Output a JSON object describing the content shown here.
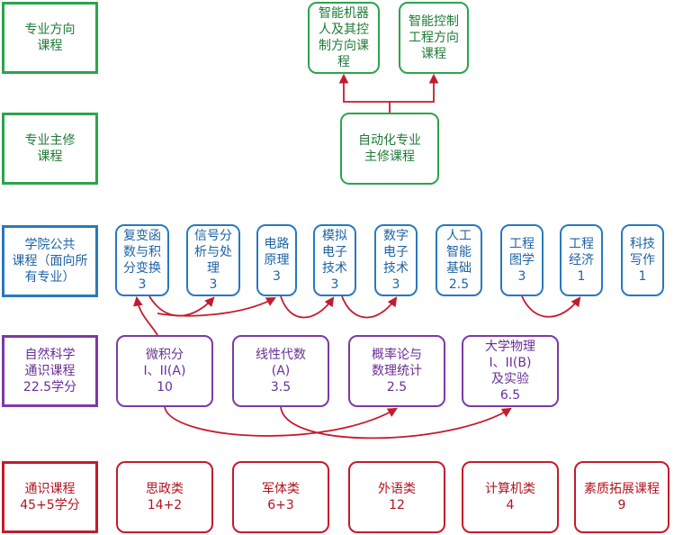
{
  "colors": {
    "green": "#2ca44c",
    "blue": "#2979bd",
    "purple": "#7b3aa8",
    "red": "#c41b2c",
    "arrow": "#c41b2c"
  },
  "rows": {
    "direction": {
      "label": [
        "专业方向",
        "课程"
      ],
      "courses": [
        {
          "name": [
            "智能机器",
            "人及其控",
            "制方向课",
            "程"
          ]
        },
        {
          "name": [
            "智能控制",
            "工程方向",
            "课程"
          ]
        }
      ]
    },
    "major": {
      "label": [
        "专业主修",
        "课程"
      ],
      "courses": [
        {
          "name": [
            "自动化专业",
            "主修课程"
          ]
        }
      ]
    },
    "college": {
      "label": [
        "学院公共",
        "课程（面向所",
        "有专业）"
      ],
      "courses": [
        {
          "name": [
            "复变函",
            "数与积",
            "分变换"
          ],
          "credit": "3"
        },
        {
          "name": [
            "信号分",
            "析与处",
            "理"
          ],
          "credit": "3"
        },
        {
          "name": [
            "电路",
            "原理"
          ],
          "credit": "3"
        },
        {
          "name": [
            "模拟",
            "电子",
            "技术"
          ],
          "credit": "3"
        },
        {
          "name": [
            "数字",
            "电子",
            "技术"
          ],
          "credit": "3"
        },
        {
          "name": [
            "人工",
            "智能",
            "基础"
          ],
          "credit": "2.5"
        },
        {
          "name": [
            "工程",
            "图学"
          ],
          "credit": "3"
        },
        {
          "name": [
            "工程",
            "经济"
          ],
          "credit": "1"
        },
        {
          "name": [
            "科技",
            "写作"
          ],
          "credit": "1"
        }
      ]
    },
    "science": {
      "label": [
        "自然科学",
        "通识课程",
        "22.5学分"
      ],
      "courses": [
        {
          "name": [
            "微积分",
            "I、II(A)"
          ],
          "credit": "10"
        },
        {
          "name": [
            "线性代数",
            "(A)"
          ],
          "credit": "3.5"
        },
        {
          "name": [
            "概率论与",
            "数理统计"
          ],
          "credit": "2.5"
        },
        {
          "name": [
            "大学物理",
            "I、II(B)",
            "及实验"
          ],
          "credit": "6.5"
        }
      ]
    },
    "general": {
      "label": [
        "通识课程",
        "45+5学分"
      ],
      "courses": [
        {
          "name": [
            "思政类"
          ],
          "credit": "14+2"
        },
        {
          "name": [
            "军体类"
          ],
          "credit": "6+3"
        },
        {
          "name": [
            "外语类"
          ],
          "credit": "12"
        },
        {
          "name": [
            "计算机类"
          ],
          "credit": "4"
        },
        {
          "name": [
            "素质拓展课程"
          ],
          "credit": "9"
        }
      ]
    }
  }
}
